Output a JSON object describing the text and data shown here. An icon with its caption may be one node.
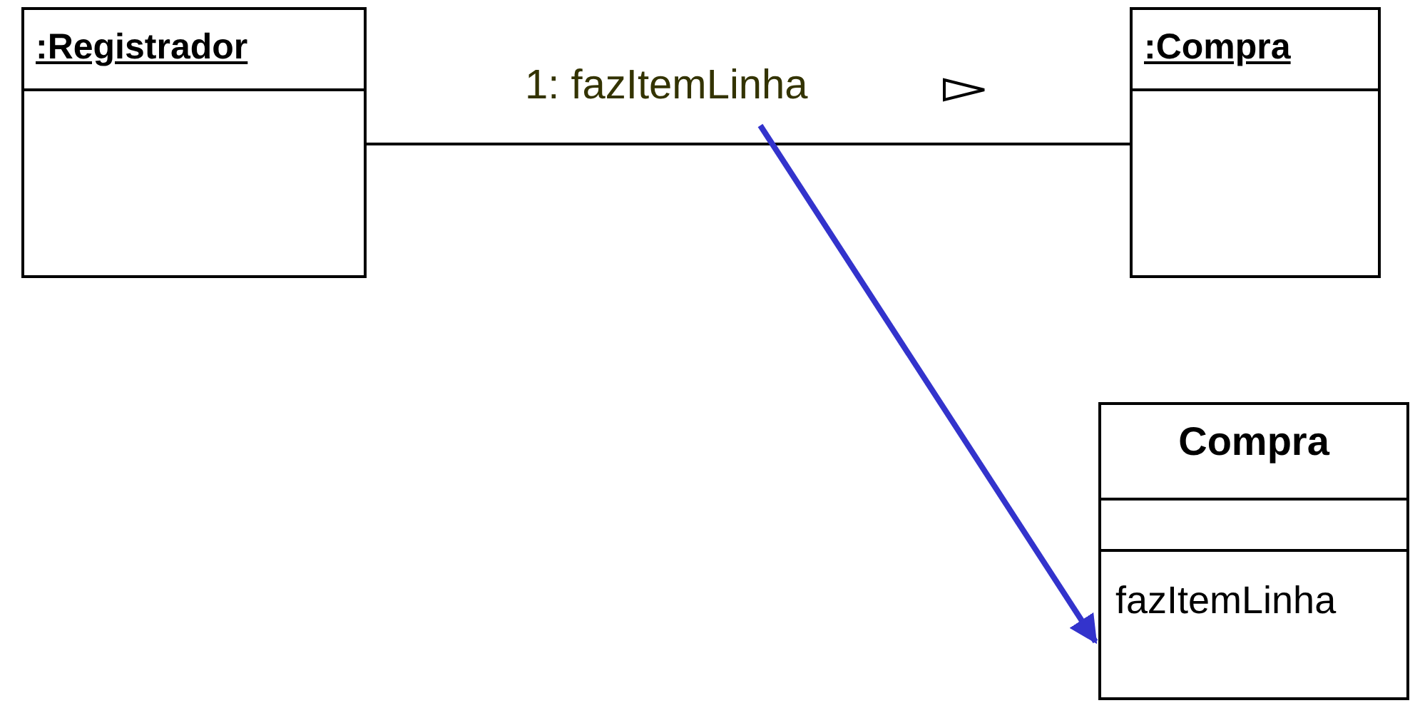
{
  "diagram": {
    "nodes": [
      {
        "text": [
          ":Registrador"
        ]
      },
      {
        "text": [
          ":Compra"
        ]
      },
      {
        "text": [
          "Compra",
          "fazItemLinha"
        ]
      }
    ],
    "edges": [
      {
        "from": 0,
        "to": 1,
        "arrow": "none",
        "label": "1: fazItemLinha"
      },
      {
        "from": null,
        "to": 2,
        "arrow": "to",
        "style": "thick",
        "color": "#3333cc"
      }
    ]
  }
}
